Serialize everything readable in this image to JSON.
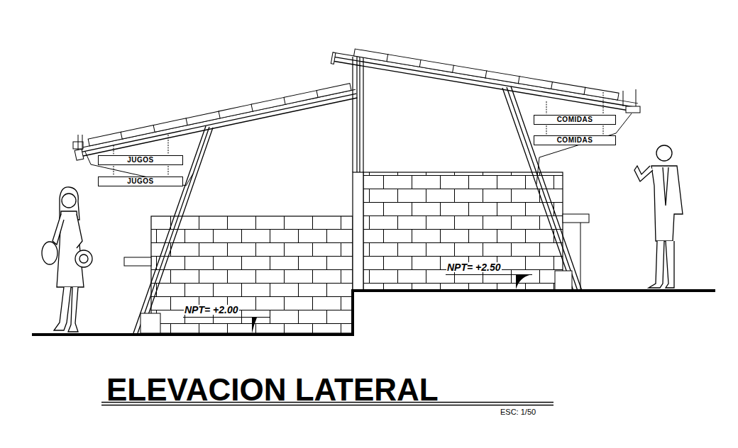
{
  "diagram": {
    "title": "ELEVACION LATERAL",
    "nodes": [
      {
        "text": [
          "JUGOS"
        ]
      },
      {
        "text": [
          "JUGOS"
        ]
      },
      {
        "text": [
          "COMIDAS"
        ]
      },
      {
        "text": [
          "COMIDAS"
        ]
      }
    ],
    "labels": [
      "NPT= +2.00",
      "NPT= +2.50",
      "ESC: 1/50"
    ]
  }
}
